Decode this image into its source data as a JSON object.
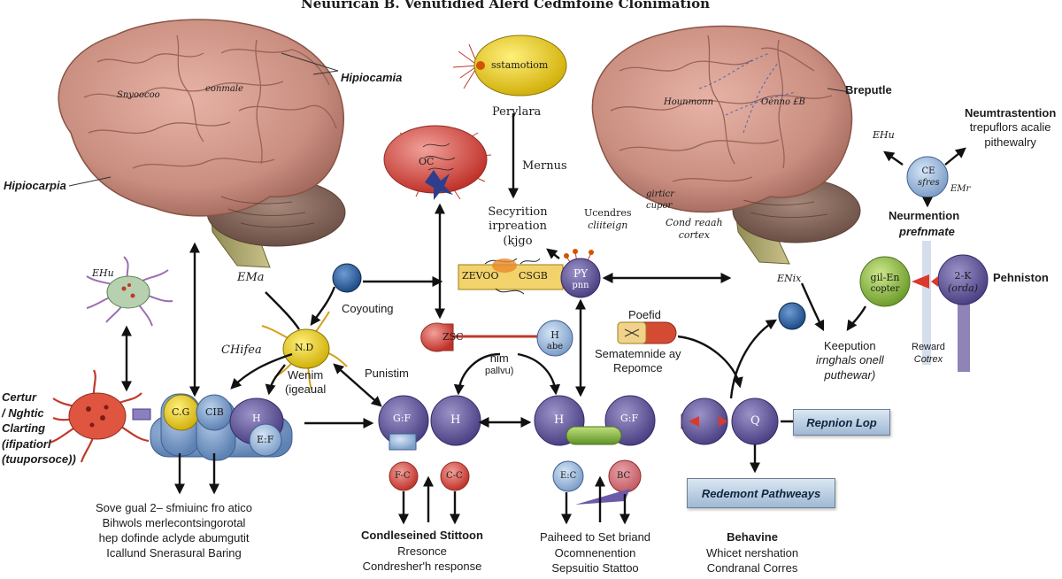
{
  "title": "Neuurican B. Venutidied Alerd Cedmfoine Clonimation",
  "brain_left": {
    "label_top_right": "Hipiocamia",
    "label_left": "Hipiocarpia",
    "inner_1": "Snyoocoo",
    "inner_2": "eonmale"
  },
  "brain_right": {
    "label": "Breputle",
    "inner_1": "Hounmonn",
    "inner_2": "Oenno £B"
  },
  "top_center": {
    "yellow_cell": "sstamotiom",
    "yellow_caption": "Perylara",
    "red_cell": "OC",
    "mernus": "Mernus",
    "secretion": [
      "Secyrition",
      "irpreation",
      "(kjgo"
    ],
    "ucendres": [
      "Ucendres",
      "cliiteign"
    ],
    "cupor": [
      "girticr",
      "cupor"
    ],
    "cond": [
      "Cond reaah",
      "cortex"
    ]
  },
  "right_column": {
    "neumtrastention": [
      "Neumtrastention",
      "trepuflors acalie",
      "pithewalry"
    ],
    "ehu": "EHu",
    "emr": "EMr",
    "cell_top": [
      "CE",
      "sfres"
    ],
    "neurmention": "Neurmention",
    "prefnmate": "prefnmate",
    "green_cell": [
      "gil-En",
      "copter"
    ],
    "purple_cell": [
      "2-K",
      "(orda)"
    ],
    "pehniston": "Pehniston",
    "reward": [
      "Reward",
      "Cotrex"
    ],
    "keepution": [
      "Keepution",
      "irnghals onell",
      "puthewar)"
    ],
    "enix": "ENix"
  },
  "middle": {
    "ehu_left": "EHu",
    "ema": "EMa",
    "chifea": "CHifea",
    "coyouting": "Coyouting",
    "nd": "N.D",
    "wenim": [
      "Wenim",
      "(igeaual"
    ],
    "punistim": "Punistim",
    "him": [
      "him",
      "pallvu)"
    ],
    "zevoo": "ZEVOO",
    "csgb": "CSGB",
    "py": [
      "PY",
      "pnn"
    ],
    "zsc": "ZSC",
    "h_abe": [
      "H",
      "abe"
    ],
    "poefid": "Poefid",
    "sematemnide": [
      "Sematemnide ay",
      "Repomce"
    ]
  },
  "left_complex": {
    "cg": "C.G",
    "cib": "CIB",
    "h": "H",
    "ef": "E:F",
    "side_label": [
      "Certur",
      "/ Nghtic",
      "Clarting",
      "(ifipatiorl",
      "(tuuporsoce))"
    ],
    "caption": [
      "Sove gual 2– sfmiuinc fro atico",
      "Bihwols merlecontsingorotal",
      "hep dofinde aclyde abumgutit",
      "Icallund Snerasural Baring"
    ]
  },
  "bottom": {
    "gf_left": "G:F",
    "h_left": "H",
    "fc": "F-C",
    "cc": "C-C",
    "condensed": [
      "Condleseined Stittoon",
      "Rresonce",
      "Condresher'h response"
    ],
    "h_mid": "H",
    "gf_mid": "G:F",
    "ec": "E:C",
    "bc": "BC",
    "paiheed": [
      "Paiheed to Set briand",
      "Ocomnenention",
      "Sepsuitio Stattoo"
    ],
    "q": "Q",
    "repnion": "Repnion Lop",
    "redemont": "Redemont Pathweays",
    "behavine": [
      "Behavine",
      "Whicet nershation",
      "Condranal Corres"
    ]
  }
}
